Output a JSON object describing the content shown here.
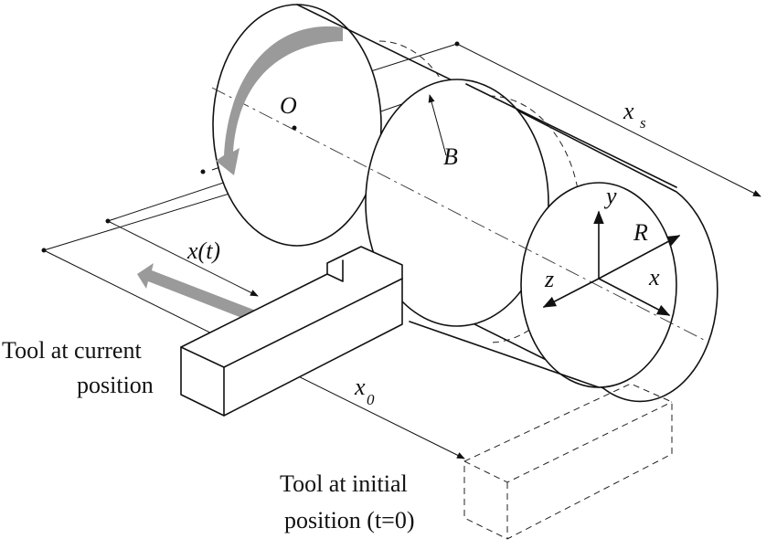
{
  "labels": {
    "origin": "O",
    "x_s": "x",
    "x_s_sub": "s",
    "b": "B",
    "y_axis": "y",
    "r": "R",
    "z_axis": "z",
    "x_axis": "x",
    "x_t": "x(t)",
    "x_0": "x",
    "x_0_sub": "0",
    "tool_current_line1": "Tool at current",
    "tool_current_line2": "position",
    "tool_initial_line1": "Tool at initial",
    "tool_initial_line2": "position (t=0)"
  },
  "colors": {
    "arrow_gray": "#9a9a9a",
    "ink": "#111111"
  }
}
